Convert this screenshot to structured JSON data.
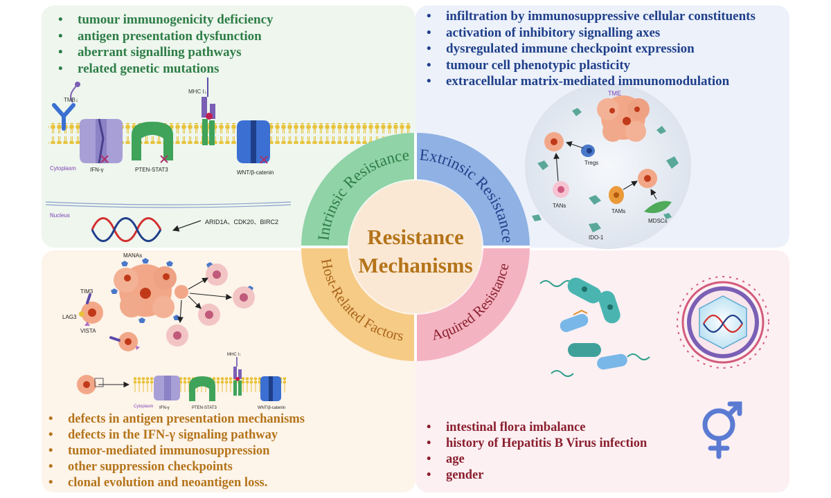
{
  "center": {
    "line1": "Resistance",
    "line2": "Mechanisms"
  },
  "ring": {
    "intrinsic": "Intrinsic Resistance",
    "extrinsic": "Extrinsic Resistance",
    "host": "Host-Related Factors",
    "acquired": "Aquired Resistance"
  },
  "intrinsic_items": [
    "tumour immunogenicity deficiency",
    "antigen presentation dysfunction",
    "aberrant signalling pathways",
    "related genetic mutations"
  ],
  "extrinsic_items": [
    "infiltration by immunosuppressive cellular constituents",
    "activation of inhibitory signalling axes",
    "dysregulated immune checkpoint expression",
    "tumour cell phenotypic plasticity",
    "extracellular matrix-mediated immunomodulation"
  ],
  "host_items": [
    "defects in antigen presentation mechanisms",
    "defects in the IFN-γ signaling pathway",
    "tumor-mediated immunosuppression",
    "other suppression checkpoints",
    "clonal evolution and neoantigen loss."
  ],
  "acquired_items": [
    "intestinal flora imbalance",
    "history of Hepatitis B Virus infection",
    "age",
    "gender"
  ],
  "intrinsic_labels": {
    "tmb": "TMB↓",
    "mhc": "MHC I↓",
    "cytoplasm": "Cytoplasm",
    "ifn": "IFN-γ",
    "pten": "PTEN-STAT3",
    "wnt": "WNT/β-catenin",
    "nucleus": "Nucleus",
    "genes": "ARID1A、CDK20、BIRC2"
  },
  "extrinsic_labels": {
    "tme": "TME",
    "tregs": "Tregs",
    "tans": "TANs",
    "tams": "TAMs",
    "mdscs": "MDSCs",
    "ido": "IDO-1"
  },
  "host_labels": {
    "manas": "MANAs",
    "tim3": "TIM3",
    "lag3": "LAG3",
    "vista": "VISTA",
    "mhc": "MHC I↓",
    "cytoplasm": "Cytoplasm",
    "ifn": "IFN-γ",
    "pten": "PTEN-STAT3",
    "wnt": "WNT/β-catenin"
  },
  "colors": {
    "intrinsic": "#8fd3a6",
    "extrinsic": "#8fb1e3",
    "host": "#f6cb86",
    "acquired": "#f4b3c1",
    "center_text": "#b4741a",
    "center_fill": "#fbe8d4"
  }
}
